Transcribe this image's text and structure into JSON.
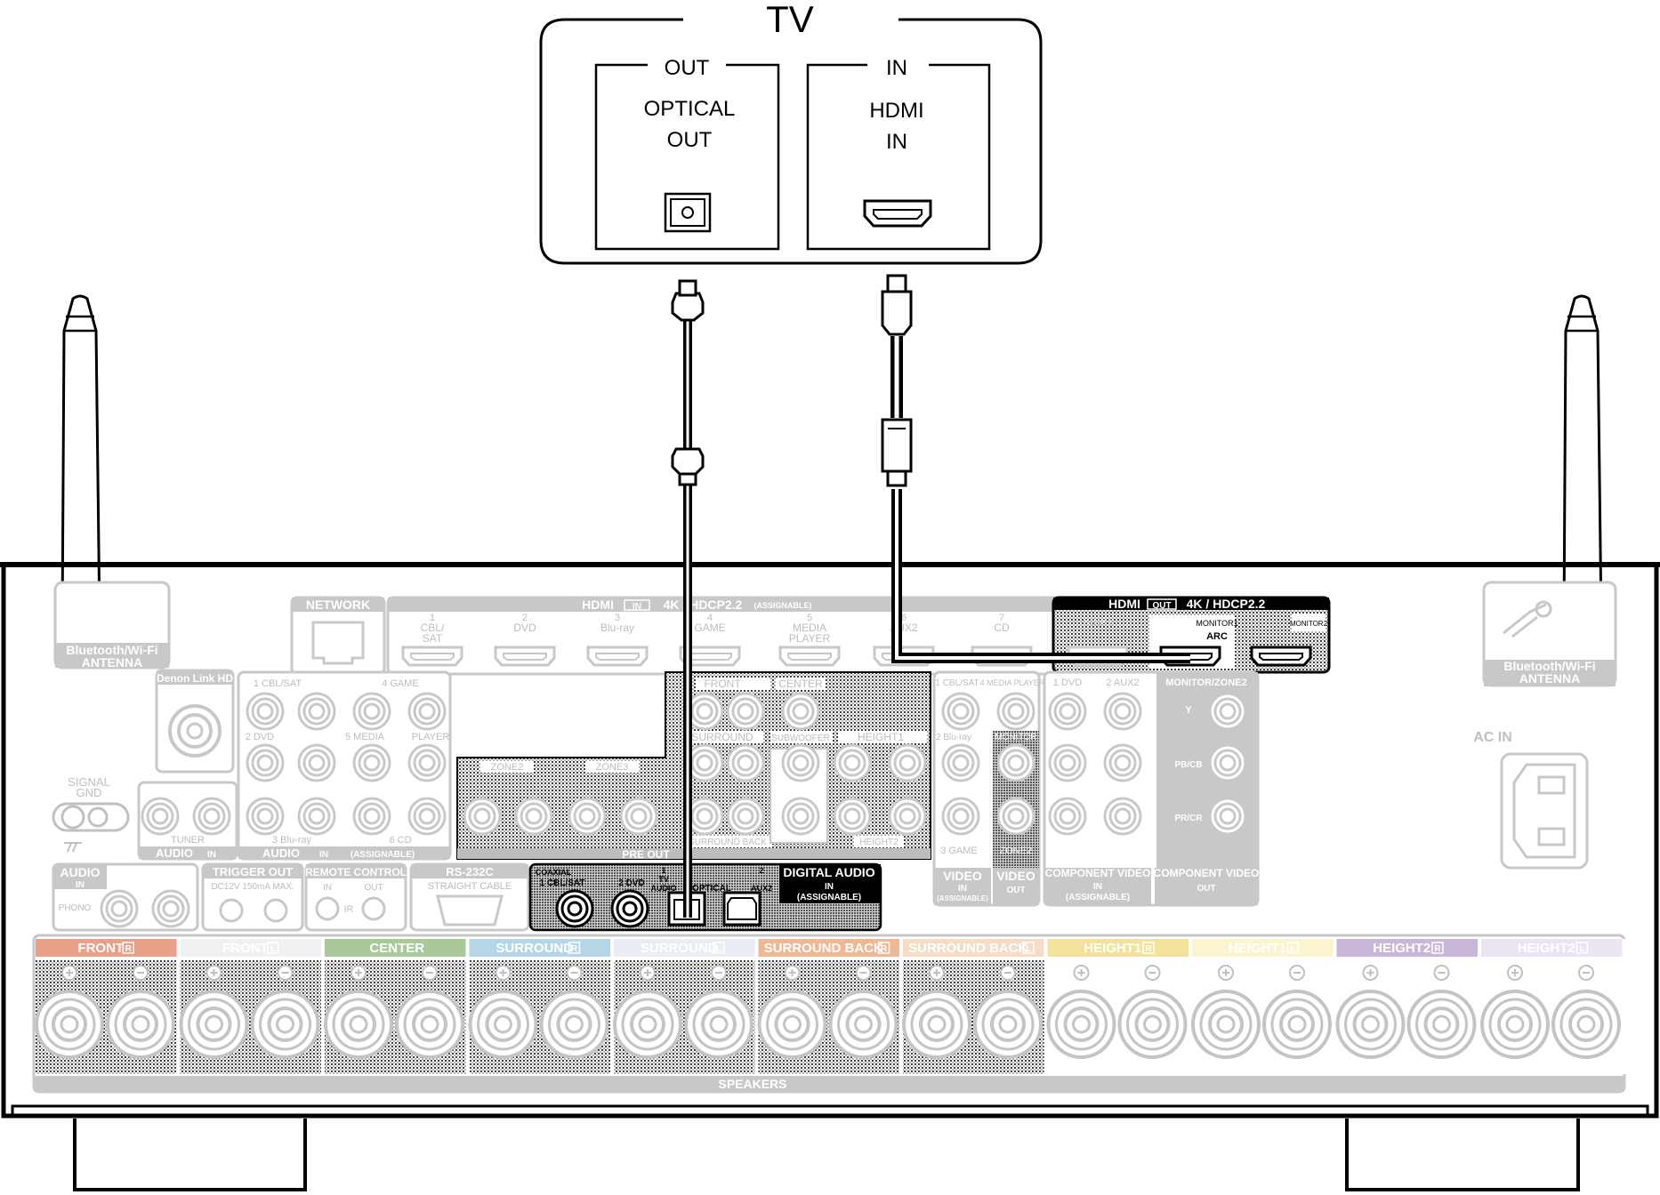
{
  "tv": {
    "title": "TV",
    "out_header": "OUT",
    "out_label_1": "OPTICAL",
    "out_label_2": "OUT",
    "in_header": "IN",
    "in_label_1": "HDMI",
    "in_label_2": "IN"
  },
  "antenna": {
    "left_label_1": "Bluetooth/Wi-Fi",
    "left_label_2": "ANTENNA",
    "right_label_1": "Bluetooth/Wi-Fi",
    "right_label_2": "ANTENNA"
  },
  "receiver": {
    "network": "NETWORK",
    "hdmi_in_header_a": "HDMI",
    "hdmi_in_header_b": "IN",
    "hdmi_in_header_c": "4K / HDCP2.2",
    "hdmi_in_header_d": "(ASSIGNABLE)",
    "hdmi_inputs": [
      {
        "num": "1",
        "name": "CBL/",
        "name2": "SAT"
      },
      {
        "num": "2",
        "name": "DVD",
        "name2": ""
      },
      {
        "num": "3",
        "name": "Blu-ray",
        "name2": ""
      },
      {
        "num": "4",
        "name": "GAME",
        "name2": ""
      },
      {
        "num": "5",
        "name": "MEDIA",
        "name2": "PLAYER"
      },
      {
        "num": "6",
        "name": "AUX2",
        "name2": ""
      },
      {
        "num": "7",
        "name": "CD",
        "name2": ""
      }
    ],
    "hdmi_out_header_a": "HDMI",
    "hdmi_out_header_b": "OUT",
    "hdmi_out_header_c": "4K / HDCP2.2",
    "hdmi_out_zone2": "ZONE2",
    "hdmi_out_monitor1": "MONITOR1",
    "hdmi_out_arc": "ARC",
    "hdmi_out_monitor2": "MONITOR2",
    "denon_link": "Denon Link HD",
    "signal_gnd_1": "SIGNAL",
    "signal_gnd_2": "GND",
    "audio_in_1cbl": "1 CBL/SAT",
    "audio_in_4game": "4 GAME",
    "audio_in_2dvd": "2 DVD",
    "audio_in_5media": "5 MEDIA",
    "audio_in_player": "PLAYER",
    "audio_in_3bluray": "3 Blu-ray",
    "audio_in_6cd": "6 CD",
    "audio_label": "AUDIO",
    "in_badge": "IN",
    "assignable_paren": "(ASSIGNABLE)",
    "tuner": "TUNER",
    "pre_out": "PRE OUT",
    "front": "FRONT",
    "center": "CENTER",
    "surround": "SURROUND",
    "subwoofer": "SUBWOOFER",
    "height1": "HEIGHT1",
    "surround_back": "SURROUND BACK",
    "height2": "HEIGHT2",
    "zone2": "ZONE2",
    "zone3": "ZONE3",
    "video_1cbl": "1 CBL/SAT",
    "video_4media": "4 MEDIA PLAYER",
    "video_2bluray": "2 Blu-ray",
    "video_3game": "3 GAME",
    "monitor": "MONITOR",
    "video": "VIDEO",
    "out_badge": "OUT",
    "comp_1dvd": "1 DVD",
    "comp_2aux2": "2 AUX2",
    "monitor_zone2": "MONITOR/ZONE2",
    "y": "Y",
    "pb": "PB/CB",
    "pr": "PR/CR",
    "component_video": "COMPONENT VIDEO",
    "ac_in": "AC IN",
    "phono": "PHONO",
    "trigger_out": "TRIGGER OUT",
    "trigger_spec": "DC12V 150mA MAX.",
    "remote_control": "REMOTE CONTROL",
    "ir": "IR",
    "rs232c": "RS-232C",
    "straight_cable": "STRAIGHT CABLE",
    "coaxial": "COAXIAL",
    "coax_1": "1 CBL/SAT",
    "coax_2": "2 DVD",
    "opt_1": "1",
    "opt_tv": "TV",
    "opt_audio": "AUDIO",
    "optical": "OPTICAL",
    "opt_2": "2",
    "opt_aux2": "AUX2",
    "digital_audio": "DIGITAL AUDIO",
    "speakers": "SPEAKERS",
    "speaker_groups": [
      {
        "label": "FRONT",
        "ch": "R",
        "color": "#e9a089"
      },
      {
        "label": "FRONT",
        "ch": "L",
        "color": "#f1f1f1"
      },
      {
        "label": "CENTER",
        "ch": "",
        "color": "#a9c99a"
      },
      {
        "label": "SURROUND",
        "ch": "R",
        "color": "#b5d6e6"
      },
      {
        "label": "SURROUND",
        "ch": "L",
        "color": "#e9eef4"
      },
      {
        "label": "SURROUND BACK",
        "ch": "R",
        "color": "#efb895"
      },
      {
        "label": "SURROUND BACK",
        "ch": "L",
        "color": "#f5dcc6"
      },
      {
        "label": "HEIGHT1",
        "ch": "R",
        "color": "#f3e39a"
      },
      {
        "label": "HEIGHT1",
        "ch": "L",
        "color": "#faf4cf"
      },
      {
        "label": "HEIGHT2",
        "ch": "R",
        "color": "#c9b7da"
      },
      {
        "label": "HEIGHT2",
        "ch": "L",
        "color": "#ebe5f2"
      }
    ]
  }
}
